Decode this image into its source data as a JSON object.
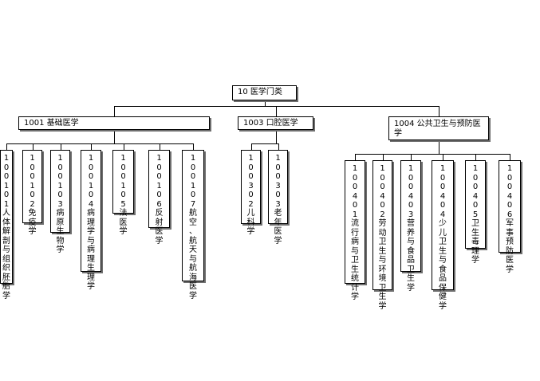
{
  "root": {
    "label": "10 医学门类"
  },
  "branches": [
    {
      "label": "1001 基础医学",
      "children": [
        "10 01 01人体解剖与组织胚胎学",
        "10 01 02免疫学",
        "10 01 03病原生物学",
        "10 01 04病理学与病理生理学",
        "10 01 05法医学",
        "10 01 06反射医学",
        "10 01 07航空、航天与航海医学"
      ]
    },
    {
      "label": "1003 口腔医学",
      "children": [
        "10 03 02儿科学",
        "10 03 03老年医学"
      ]
    },
    {
      "label": "1004 公共卫生与预防医学",
      "children": [
        "10 04 01流行病与卫生统计学",
        "10 04 02劳动卫生与环境卫生学",
        "10 04 03营养与食品卫生学",
        "10 04 04少儿卫生与食品保健学",
        "10 04 05卫生毒理学",
        "10 04 06军事预防医学"
      ]
    }
  ]
}
